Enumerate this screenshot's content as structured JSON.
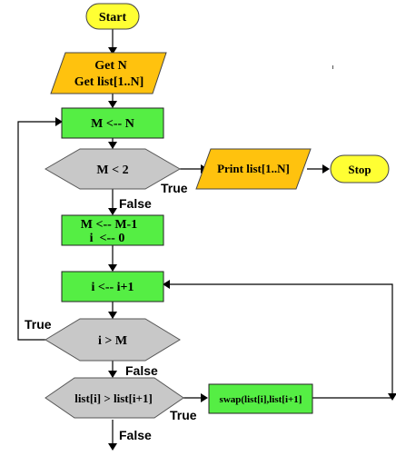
{
  "nodes": {
    "start": "Start",
    "get_n": "Get N",
    "get_list": "Get list[1..N]",
    "m_assign_n": "M <-- N",
    "cond_m_lt_2": "M < 2",
    "print_list": "Print list[1..N]",
    "stop": "Stop",
    "m_decrement": "M <-- M-1",
    "i_zero": "i  <-- 0",
    "i_increment": "i <-- i+1",
    "cond_i_gt_m": "i > M",
    "cond_compare": "list[i] > list[i+1]",
    "swap": "swap(list[i],list[i+1]"
  },
  "edge_labels": {
    "m_lt_2_true": "True",
    "m_lt_2_false": "False",
    "i_gt_m_true": "True",
    "i_gt_m_false": "False",
    "compare_true": "True",
    "compare_false": "False"
  },
  "colors": {
    "process": "#55ee44",
    "io": "#ffc20e",
    "terminal": "#ffff33",
    "decision": "#c8c8c8"
  }
}
